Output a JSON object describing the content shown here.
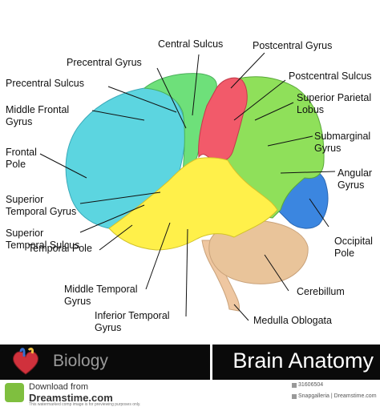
{
  "labels": {
    "central_sulcus": "Central Sulcus",
    "postcentral_gyrus": "Postcentral Gyrus",
    "precentral_gyrus": "Precentral Gyrus",
    "postcentral_sulcus": "Postcentral Sulcus",
    "precentral_sulcus": "Precentral Sulcus",
    "superior_parietal_lobus": "Superior Parietal\nLobus",
    "middle_frontal_gyrus": "Middle Frontal\nGyrus",
    "submarginal_gyrus": "Submarginal\nGyrus",
    "frontal_pole": "Frontal\nPole",
    "angular_gyrus": "Angular\nGyrus",
    "superior_temporal_gyrus": "Superior\nTemporal Gyrus",
    "superior_temporal_sulcus": "Superior\nTemporal Sulcus",
    "occipital_pole": "Occipital\nPole",
    "temporal_pole": "Temporal Pole",
    "middle_temporal_gyrus": "Middle Temporal\nGyrus",
    "cerebillum": "Cerebillum",
    "inferior_temporal_gyrus": "Inferior Temporal\nGyrus",
    "medulla_oblogata": "Medulla Oblogata"
  },
  "banner": {
    "left_text": "Biology",
    "right_text": "Brain Anatomy"
  },
  "watermark": {
    "line1": "Download from",
    "line2": "Dreamstime.com",
    "line3": "This watermarked comp image is for previewing purposes only.",
    "id": "31606504",
    "credit": "Snapgalleria | Dreamstime.com"
  },
  "colors": {
    "frontal": "#5cd5e0",
    "frontal_light": "#7fe3ea",
    "precentral": "#6ee07a",
    "postcentral": "#f25a6a",
    "parietal": "#8fe05a",
    "temporal": "#fff04a",
    "occipital": "#3b86e0",
    "cerebellum": "#e9c49a",
    "brainstem": "#efc7a1"
  }
}
